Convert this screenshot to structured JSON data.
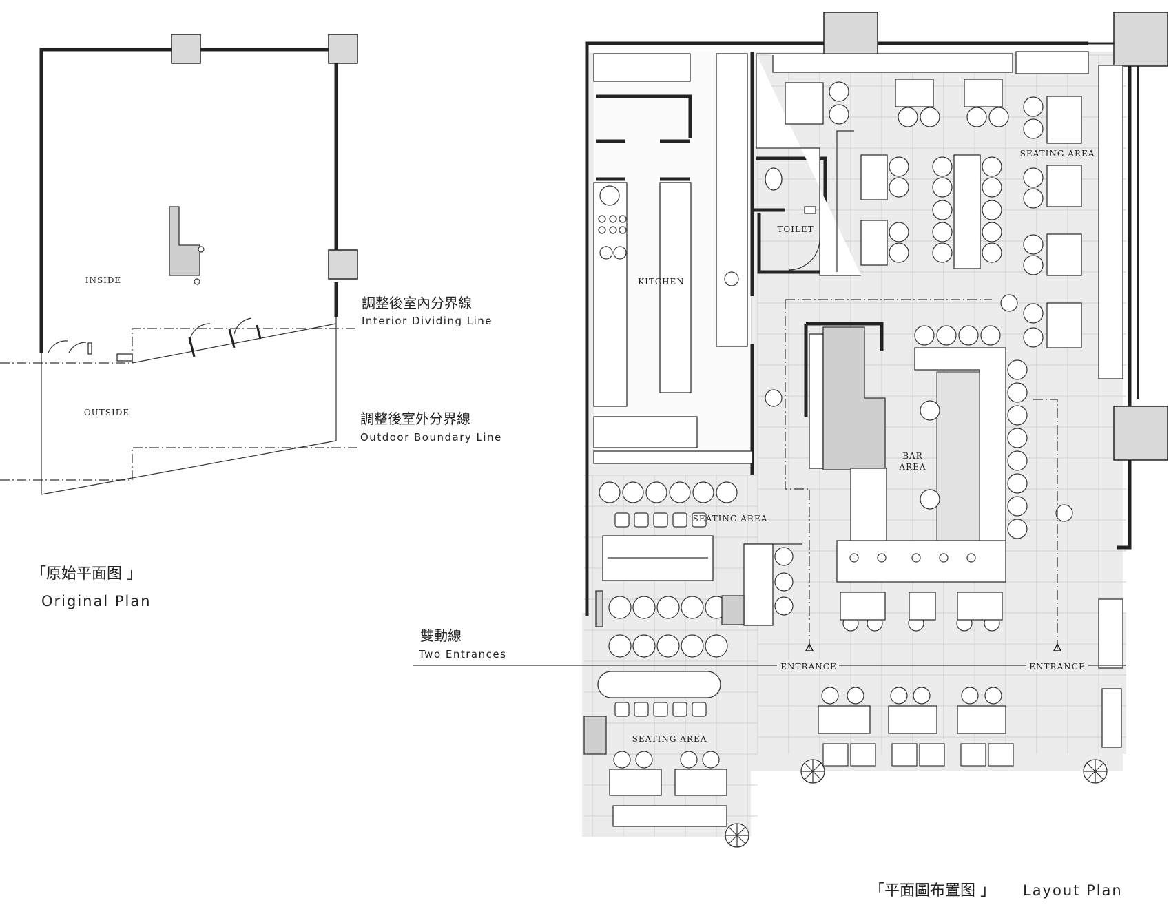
{
  "original_plan": {
    "inside_label": "INSIDE",
    "outside_label": "OUTSIDE",
    "interior_line_cn": "調整後室內分界線",
    "interior_line_en": "Interior Dividing Line",
    "outdoor_line_cn": "調整後室外分界線",
    "outdoor_line_en": "Outdoor Boundary Line",
    "title_cn": "「原始平面图 」",
    "title_en": "Original Plan"
  },
  "layout_plan": {
    "kitchen_label": "KITCHEN",
    "toilet_label": "TOILET",
    "seating_area_top_right": "SEATING AREA",
    "seating_area_middle": "SEATING AREA",
    "seating_area_bottom": "SEATING AREA",
    "bar_area_line1": "BAR",
    "bar_area_line2": "AREA",
    "entrance_left": "ENTRANCE",
    "entrance_right": "ENTRANCE",
    "two_entrances_cn": "雙動線",
    "two_entrances_en": "Two Entrances",
    "title_cn": "「平面圖布置图 」",
    "title_en": "Layout Plan"
  }
}
